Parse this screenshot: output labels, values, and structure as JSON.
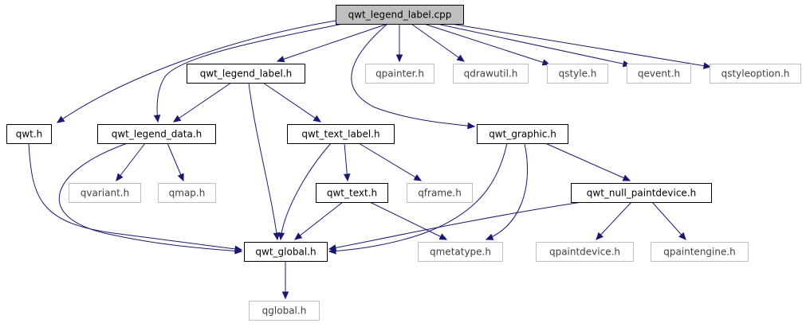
{
  "colors": {
    "edge": "#191970",
    "root_fill": "#bfbfbf",
    "local_stroke": "#000000",
    "external_stroke": "#bfbfbf",
    "external_text": "#404040",
    "local_text": "#000000"
  },
  "nodes": {
    "root": {
      "label": "qwt_legend_label.cpp",
      "kind": "root"
    },
    "legend_label_h": {
      "label": "qwt_legend_label.h",
      "kind": "local"
    },
    "qpainter": {
      "label": "qpainter.h",
      "kind": "external"
    },
    "qdrawutil": {
      "label": "qdrawutil.h",
      "kind": "external"
    },
    "qstyle": {
      "label": "qstyle.h",
      "kind": "external"
    },
    "qevent": {
      "label": "qevent.h",
      "kind": "external"
    },
    "qstyleoption": {
      "label": "qstyleoption.h",
      "kind": "external"
    },
    "qwt_h": {
      "label": "qwt.h",
      "kind": "local"
    },
    "legend_data_h": {
      "label": "qwt_legend_data.h",
      "kind": "local"
    },
    "text_label_h": {
      "label": "qwt_text_label.h",
      "kind": "local"
    },
    "graphic_h": {
      "label": "qwt_graphic.h",
      "kind": "local"
    },
    "qvariant": {
      "label": "qvariant.h",
      "kind": "external"
    },
    "qmap": {
      "label": "qmap.h",
      "kind": "external"
    },
    "text_h": {
      "label": "qwt_text.h",
      "kind": "local"
    },
    "qframe": {
      "label": "qframe.h",
      "kind": "external"
    },
    "null_paintdevice_h": {
      "label": "qwt_null_paintdevice.h",
      "kind": "local"
    },
    "global_h": {
      "label": "qwt_global.h",
      "kind": "local"
    },
    "qmetatype": {
      "label": "qmetatype.h",
      "kind": "external"
    },
    "qpaintdevice": {
      "label": "qpaintdevice.h",
      "kind": "external"
    },
    "qpaintengine": {
      "label": "qpaintengine.h",
      "kind": "external"
    },
    "qglobal": {
      "label": "qglobal.h",
      "kind": "external"
    }
  },
  "edges": [
    [
      "root",
      "legend_label_h"
    ],
    [
      "root",
      "qpainter"
    ],
    [
      "root",
      "qdrawutil"
    ],
    [
      "root",
      "qstyle"
    ],
    [
      "root",
      "qevent"
    ],
    [
      "root",
      "qstyleoption"
    ],
    [
      "root",
      "qwt_h"
    ],
    [
      "root",
      "legend_data_h"
    ],
    [
      "root",
      "graphic_h"
    ],
    [
      "legend_label_h",
      "legend_data_h"
    ],
    [
      "legend_label_h",
      "text_label_h"
    ],
    [
      "legend_label_h",
      "global_h"
    ],
    [
      "qwt_h",
      "global_h"
    ],
    [
      "legend_data_h",
      "qvariant"
    ],
    [
      "legend_data_h",
      "qmap"
    ],
    [
      "legend_data_h",
      "global_h"
    ],
    [
      "text_label_h",
      "text_h"
    ],
    [
      "text_label_h",
      "qframe"
    ],
    [
      "text_label_h",
      "global_h"
    ],
    [
      "text_h",
      "global_h"
    ],
    [
      "text_h",
      "qmetatype"
    ],
    [
      "graphic_h",
      "null_paintdevice_h"
    ],
    [
      "graphic_h",
      "global_h"
    ],
    [
      "graphic_h",
      "qmetatype"
    ],
    [
      "null_paintdevice_h",
      "global_h"
    ],
    [
      "null_paintdevice_h",
      "qpaintdevice"
    ],
    [
      "null_paintdevice_h",
      "qpaintengine"
    ],
    [
      "global_h",
      "qglobal"
    ]
  ]
}
